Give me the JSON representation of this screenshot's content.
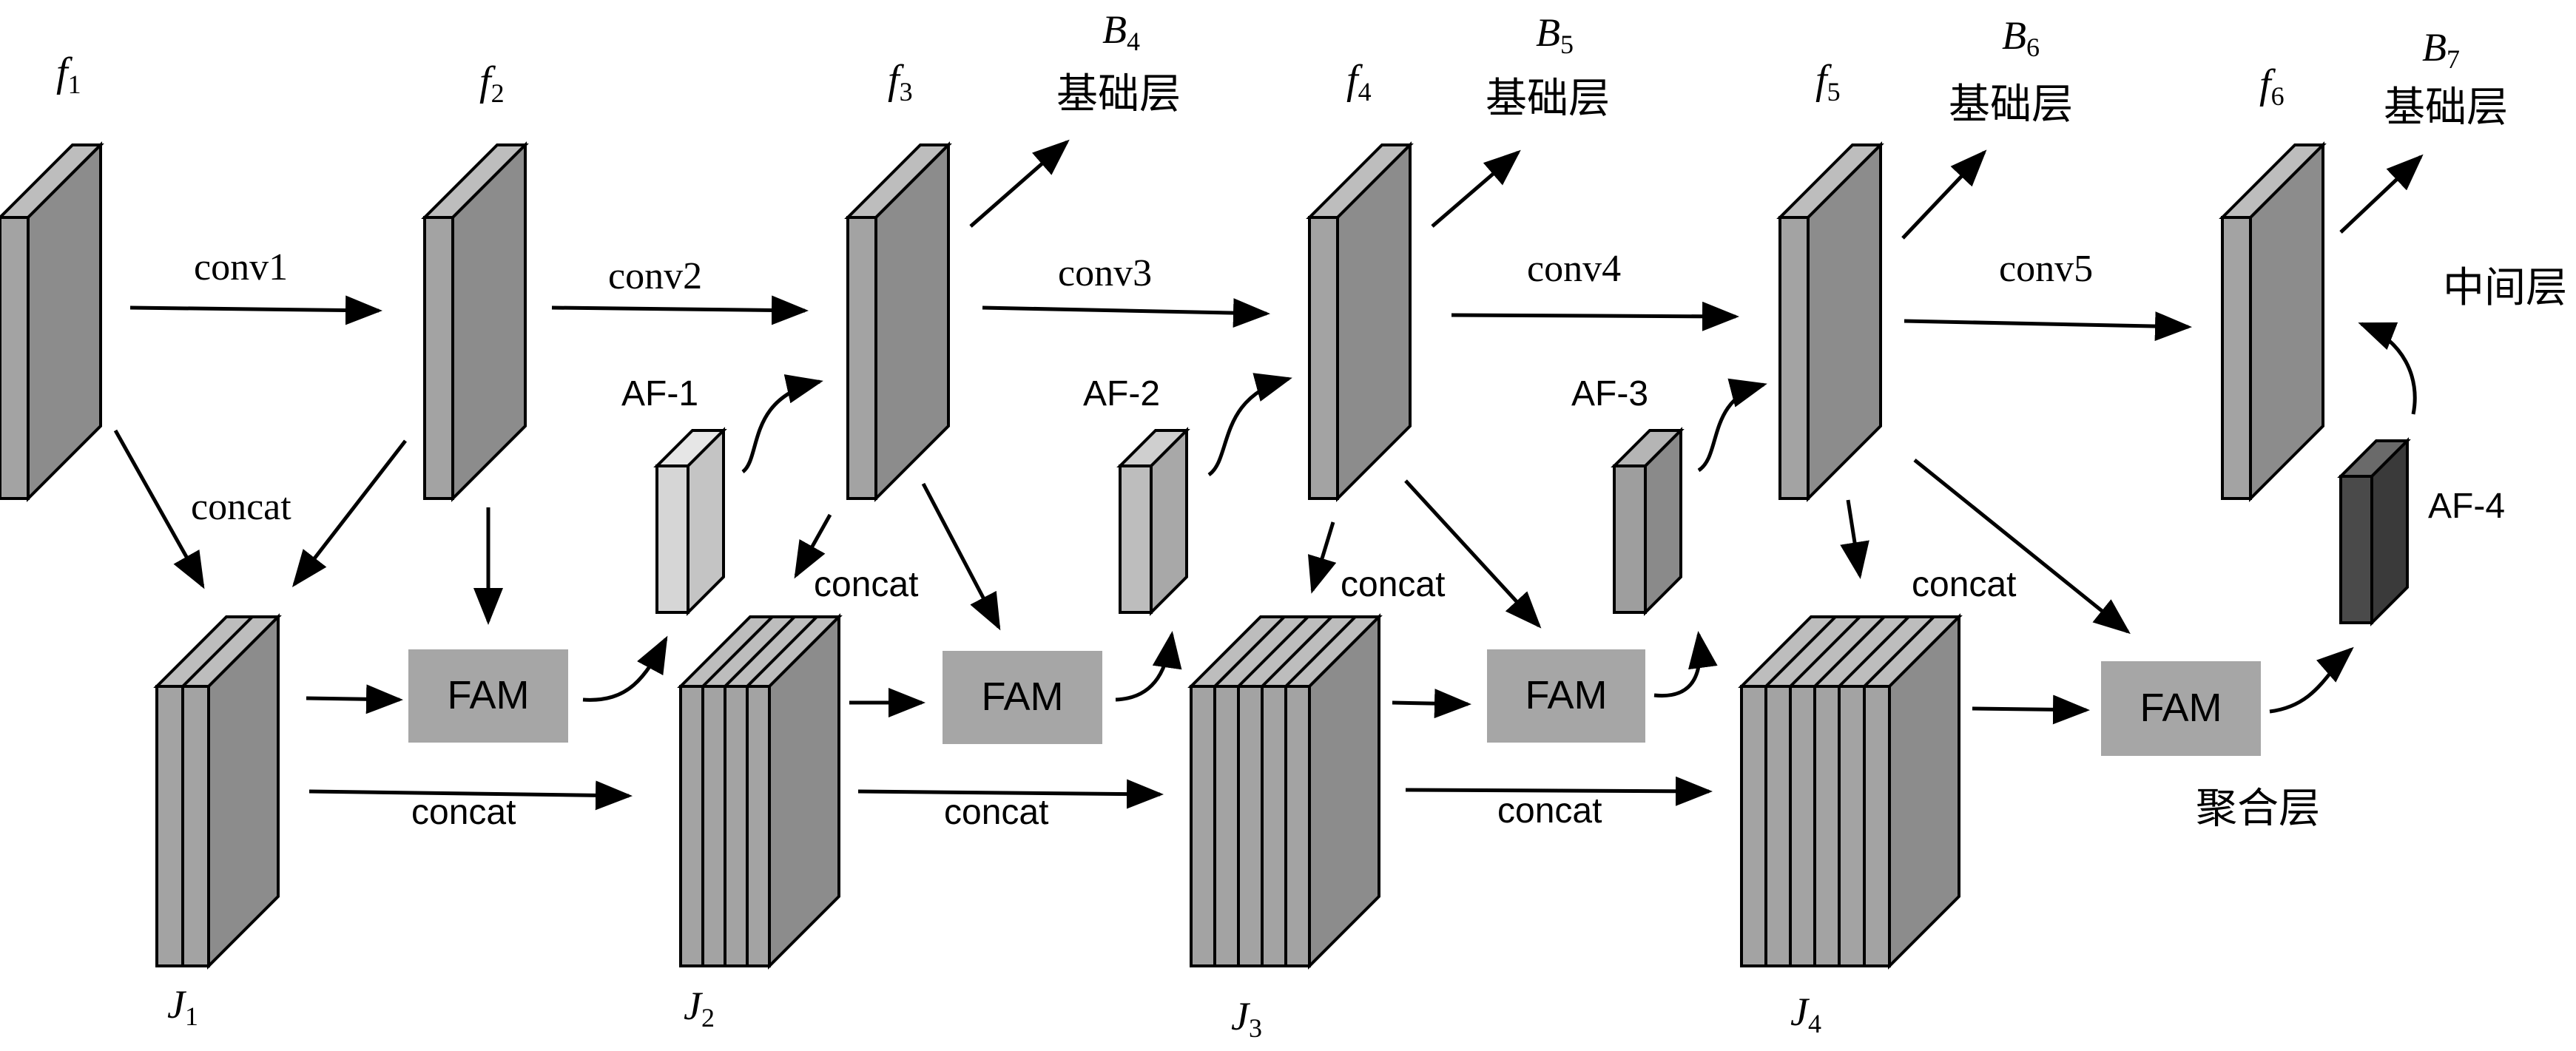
{
  "features": {
    "f1": "f",
    "f1s": "1",
    "f2": "f",
    "f2s": "2",
    "f3": "f",
    "f3s": "3",
    "f4": "f",
    "f4s": "4",
    "f5": "f",
    "f5s": "5",
    "f6": "f",
    "f6s": "6"
  },
  "branches": {
    "b4": "B",
    "b4s": "4",
    "b5": "B",
    "b5s": "5",
    "b6": "B",
    "b6s": "6",
    "b7": "B",
    "b7s": "7",
    "base_layer": "基础层"
  },
  "convs": [
    "conv1",
    "conv2",
    "conv3",
    "conv4",
    "conv5"
  ],
  "concat_label": "concat",
  "af": [
    "AF-1",
    "AF-2",
    "AF-3",
    "AF-4"
  ],
  "fam_label": "FAM",
  "joins": {
    "j1": "J",
    "j1s": "1",
    "j2": "J",
    "j2s": "2",
    "j3": "J",
    "j3s": "3",
    "j4": "J",
    "j4s": "4"
  },
  "middle_layer": "中间层",
  "aggregation_layer": "聚合层",
  "colors": {
    "block": "#8c8c8c",
    "block_top": "#bdbdbd",
    "block_front": "#a3a3a3",
    "fam": "#a6a6a6",
    "af1": "#d6d6d6",
    "af4": "#4a4a4a",
    "line": "#000000"
  }
}
